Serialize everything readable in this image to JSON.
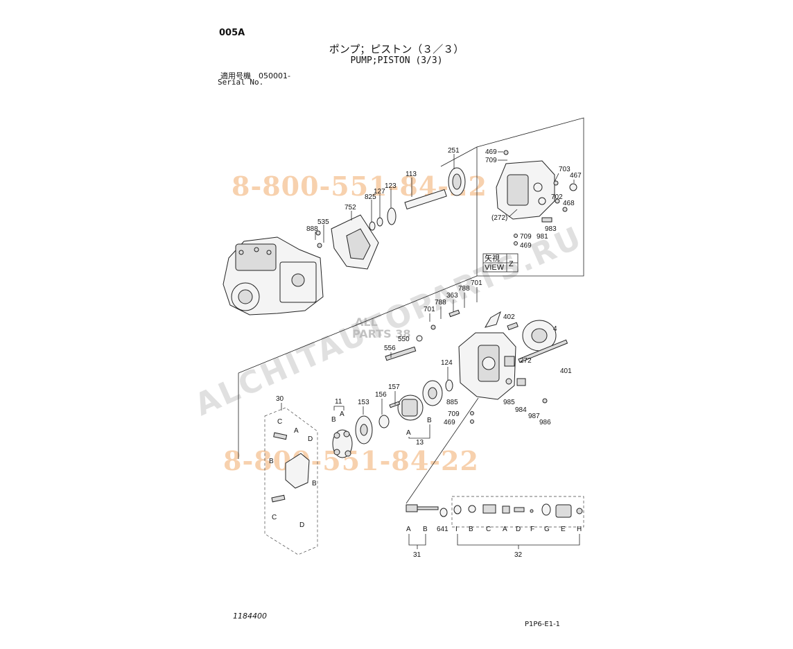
{
  "header": {
    "page_code": "005A",
    "title_jp": "ポンプ；ピストン（３／３）",
    "title_en": "PUMP;PISTON (3/3)",
    "serial_jp": "適用号機　050001-",
    "serial_en": "Serial No."
  },
  "footer": {
    "doc_id": "1184400",
    "figure_code": "P1P6-E1-1"
  },
  "view_box": {
    "label_jp": "矢視",
    "label_en": "VIEW",
    "letter": "Z"
  },
  "watermarks": {
    "phone_top": "8-800-551-84-22",
    "phone_bottom": "8-800-551-84-22",
    "diagonal": "ALCHITAUTOPARTS.RU",
    "logo_top": "ALL",
    "logo_bottom": "PARTS 38"
  },
  "callouts": {
    "c251": "251",
    "c113": "113",
    "c123": "123",
    "c127": "127",
    "c825": "825",
    "c752": "752",
    "c535": "535",
    "c888": "888",
    "c469a": "469",
    "c709a": "709",
    "c703": "703",
    "c467": "467",
    "c702": "702",
    "c468": "468",
    "c272a": "(272)",
    "c983": "983",
    "c709b": "709",
    "c981": "981",
    "c469b": "469",
    "c701a": "701",
    "c788a": "788",
    "c363": "363",
    "c788b": "788",
    "c701b": "701",
    "c550": "550",
    "c556": "556",
    "c402": "402",
    "c4": "4",
    "c272b": "272",
    "c401": "401",
    "c124": "124",
    "c885": "885",
    "c985": "985",
    "c984": "984",
    "c987": "987",
    "c986": "986",
    "c709c": "709",
    "c469c": "469",
    "c13": "13",
    "c13A": "A",
    "c13B": "B",
    "c157": "157",
    "c156": "156",
    "c153": "153",
    "c11": "11",
    "c11B": "B",
    "c11A": "A",
    "c30": "30",
    "c30C1": "C",
    "c30A": "A",
    "c30D1": "D",
    "c30B1": "B",
    "c30B2": "B",
    "c30C2": "C",
    "c30D2": "D",
    "c31A": "A",
    "c31B": "B",
    "c641": "641",
    "c31": "31",
    "c32I": "I",
    "c32B": "B",
    "c32C": "C",
    "c32A": "A",
    "c32D": "D",
    "c32F": "F",
    "c32G": "G",
    "c32E": "E",
    "c32H": "H",
    "c32": "32"
  }
}
